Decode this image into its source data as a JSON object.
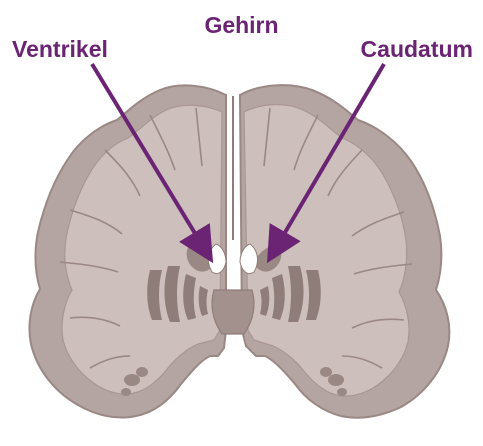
{
  "figure": {
    "title": "Gehirn",
    "labels": {
      "left": "Ventrikel",
      "right": "Caudatum"
    }
  },
  "colors": {
    "label": "#6b2474",
    "arrow": "#6b2474",
    "brain_fill": "#b4a5a2",
    "brain_outline": "#9a8884",
    "white_matter": "#cdbfbc",
    "deep_structures": "#8f7d79",
    "ventricle": "#ffffff"
  },
  "icons": {
    "left_arrow": "arrow-right-down-icon",
    "right_arrow": "arrow-left-down-icon"
  }
}
